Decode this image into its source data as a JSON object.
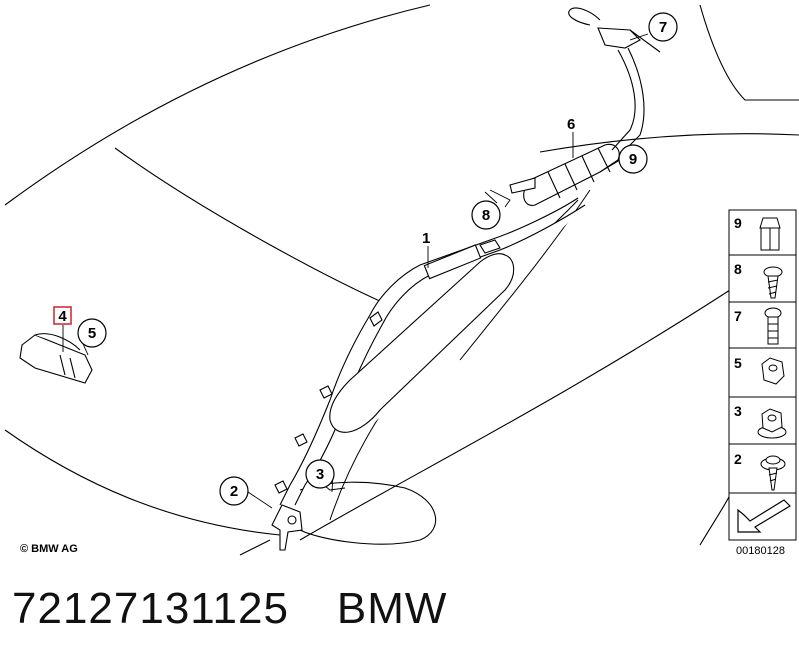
{
  "copyright": "© BMW AG",
  "diagram_number": "00180128",
  "callouts": {
    "c1": "1",
    "c2": "2",
    "c3": "3",
    "c4": "4",
    "c5": "5",
    "c6": "6",
    "c7": "7",
    "c8": "8",
    "c9": "9"
  },
  "legend": [
    "9",
    "8",
    "7",
    "5",
    "3",
    "2"
  ],
  "caption": {
    "part_number": "72127131125",
    "brand": "BMW"
  },
  "colors": {
    "line": "#000000",
    "highlight_box": "#d0303a"
  }
}
